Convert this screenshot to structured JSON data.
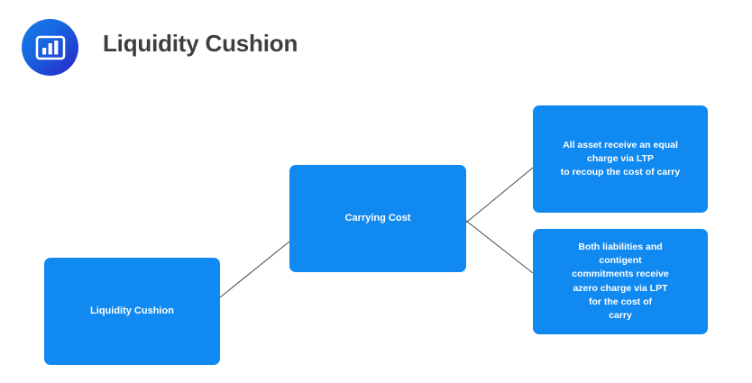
{
  "header": {
    "title": "Liquidity Cushion",
    "icon": "bar-chart-icon"
  },
  "colors": {
    "node_fill": "#1089f0",
    "node_text": "#ffffff",
    "title_text": "#3e3e3e",
    "connector": "#4a4a4a",
    "icon_gradient_start": "#1a7ce8",
    "icon_gradient_end": "#2a24c9",
    "background": "#ffffff"
  },
  "diagram": {
    "type": "tree",
    "nodes": [
      {
        "id": "root",
        "label": "Liquidity Cushion"
      },
      {
        "id": "mid",
        "label": "Carrying Cost"
      },
      {
        "id": "leaf1",
        "label": "All asset receive an equal\ncharge via LTP\nto recoup the cost of carry"
      },
      {
        "id": "leaf2",
        "label": "Both liabilities and\ncontigent\ncommitments receive\nazero charge via LPT\nfor the cost of\ncarry"
      }
    ],
    "edges": [
      {
        "from": "root",
        "to": "mid"
      },
      {
        "from": "mid",
        "to": "leaf1"
      },
      {
        "from": "mid",
        "to": "leaf2"
      }
    ]
  }
}
